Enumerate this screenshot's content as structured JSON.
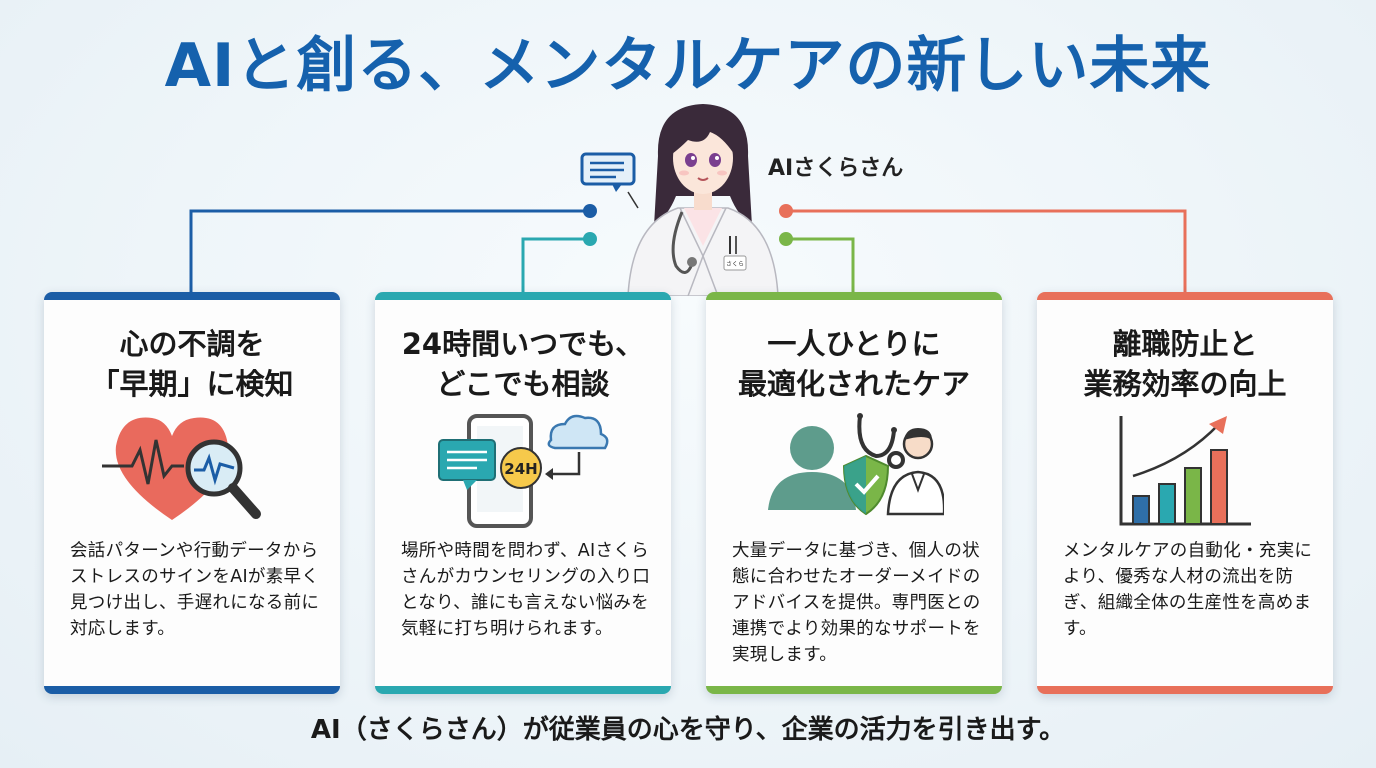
{
  "title": "AIと創る、メンタルケアの新しい未来",
  "character": {
    "name": "AIさくらさん",
    "badge": "さくら"
  },
  "cards": [
    {
      "title": "心の不調を\n「早期」に検知",
      "text": "会話パターンや行動データからストレスのサインをAIが素早く見つけ出し、手遅れになる前に対応します。",
      "accent": "#1b5da6",
      "icon": "heart-magnifier-icon"
    },
    {
      "title": "24時間いつでも、\nどこでも相談",
      "text": "場所や時間を問わず、AIさくらさんがカウンセリングの入り口となり、誰にも言えない悩みを気軽に打ち明けられます。",
      "accent": "#2aa8b0",
      "icon": "phone-24h-cloud-icon",
      "icon_label": "24H"
    },
    {
      "title": "一人ひとりに\n最適化されたケア",
      "text": "大量データに基づき、個人の状態に合わせたオーダーメイドのアドバイスを提供。専門医との連携でより効果的なサポートを実現します。",
      "accent": "#7ab648",
      "icon": "person-shield-doctor-icon"
    },
    {
      "title": "離職防止と\n業務効率の向上",
      "text": "メンタルケアの自動化・充実により、優秀な人材の流出を防ぎ、組織全体の生産性を高めます。",
      "accent": "#e8705a",
      "icon": "growth-bar-chart-icon"
    }
  ],
  "footer": "AI（さくらさん）が従業員の心を守り、企業の活力を引き出す。"
}
